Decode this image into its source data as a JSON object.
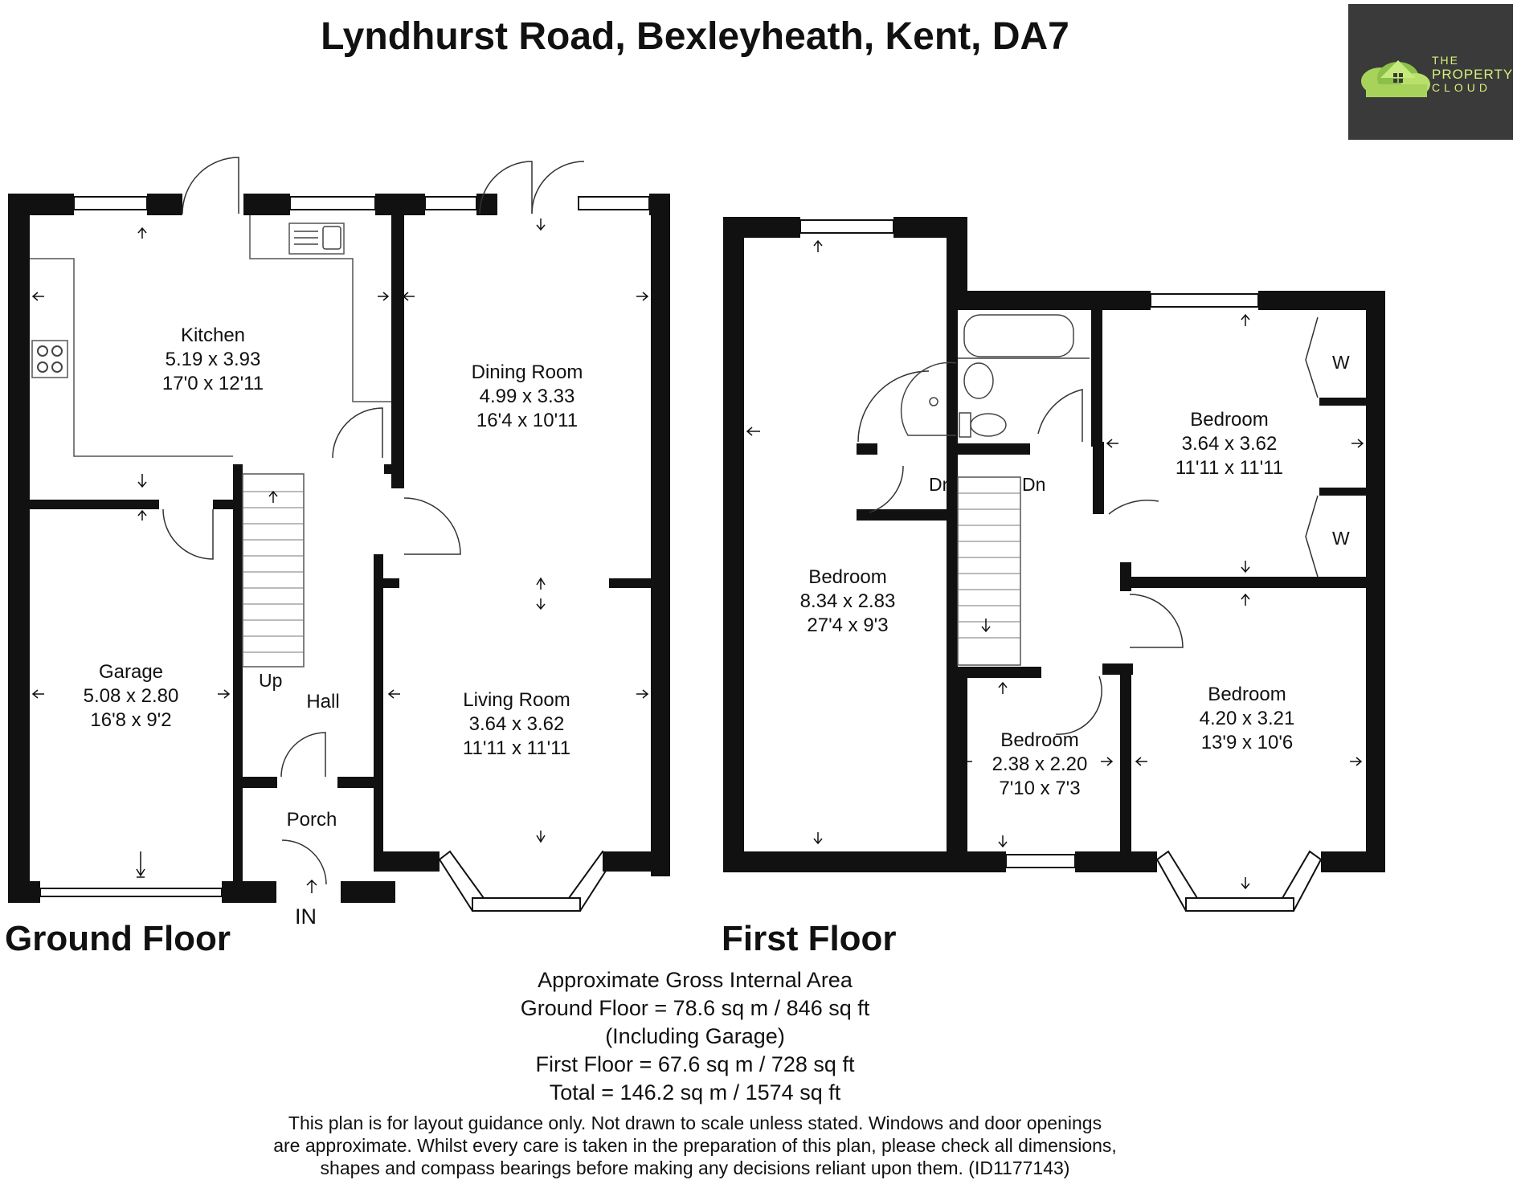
{
  "title": "Lyndhurst Road, Bexleyheath, Kent, DA7",
  "logo": {
    "line1": "THE",
    "line2": "PROPERTY",
    "line3": "CLOUD",
    "colors": {
      "background": "#3a3a3a",
      "accent": "#d6f07a",
      "house": "#a8d35a"
    }
  },
  "floors": {
    "ground": "Ground Floor",
    "first": "First Floor"
  },
  "rooms": {
    "kitchen": {
      "name": "Kitchen",
      "metric": "5.19 x 3.93",
      "imperial": "17'0 x 12'11"
    },
    "dining": {
      "name": "Dining Room",
      "metric": "4.99 x 3.33",
      "imperial": "16'4 x 10'11"
    },
    "garage": {
      "name": "Garage",
      "metric": "5.08 x 2.80",
      "imperial": "16'8 x 9'2"
    },
    "living": {
      "name": "Living Room",
      "metric": "3.64 x 3.62",
      "imperial": "11'11 x 11'11"
    },
    "hall": {
      "name": "Hall"
    },
    "porch": {
      "name": "Porch"
    },
    "bed_large": {
      "name": "Bedroom",
      "metric": "8.34 x 2.83",
      "imperial": "27'4 x 9'3"
    },
    "bed_rear": {
      "name": "Bedroom",
      "metric": "3.64 x 3.62",
      "imperial": "11'11 x 11'11"
    },
    "bed_small": {
      "name": "Bedroom",
      "metric": "2.38 x 2.20",
      "imperial": "7'10 x 7'3"
    },
    "bed_front": {
      "name": "Bedroom",
      "metric": "4.20 x 3.21",
      "imperial": "13'9 x 10'6"
    }
  },
  "tags": {
    "up": "Up",
    "in": "IN",
    "dn1": "Dn",
    "dn2": "Dn",
    "w1": "W",
    "w2": "W"
  },
  "area": {
    "heading": "Approximate Gross Internal Area",
    "ground": "Ground Floor = 78.6 sq m / 846 sq ft",
    "ground_note": "(Including Garage)",
    "first": "First Floor = 67.6 sq m / 728 sq ft",
    "total": "Total = 146.2 sq m / 1574 sq ft"
  },
  "disclaimer": {
    "line1": "This plan is for layout guidance only. Not drawn to scale unless stated. Windows and door openings",
    "line2": "are approximate. Whilst every care is taken in the preparation of this plan, please check all dimensions,",
    "line3": "shapes and compass bearings before making any decisions reliant upon them. (ID1177143)"
  }
}
